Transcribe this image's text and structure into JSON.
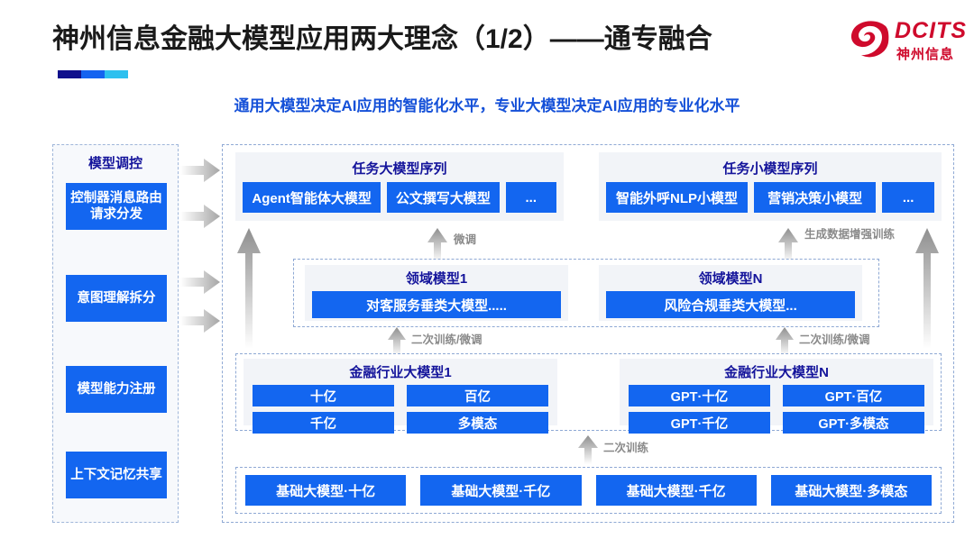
{
  "header": {
    "title": "神州信息金融大模型应用两大理念（1/2）——通专融合",
    "subtitle": "通用大模型决定AI应用的智能化水平，专业大模型决定AI应用的专业化水平",
    "logo_text": "DCITS",
    "logo_cn": "神州信息",
    "accent_colors": [
      "#10108c",
      "#1463f0",
      "#2dc0ef"
    ],
    "brand_red": "#cf0a2c",
    "title_color": "#1a1a1a",
    "subtitle_color": "#1450d8"
  },
  "sidebar": {
    "title": "模型调控",
    "items": [
      {
        "label": "控制器消息路由请求分发"
      },
      {
        "label": "意图理解拆分"
      },
      {
        "label": "模型能力注册"
      },
      {
        "label": "上下文记忆共享"
      }
    ]
  },
  "task_large": {
    "title": "任务大模型序列",
    "chips": [
      "Agent智能体大模型",
      "公文撰写大模型",
      "..."
    ]
  },
  "task_small": {
    "title": "任务小模型序列",
    "chips": [
      "智能外呼NLP小模型",
      "营销决策小模型",
      "..."
    ]
  },
  "domain_left": {
    "title": "领域模型1",
    "chips": [
      "对客服务垂类大模型....."
    ]
  },
  "domain_right": {
    "title": "领域模型N",
    "chips": [
      "风险合规垂类大模型..."
    ]
  },
  "industry_left": {
    "title": "金融行业大模型1",
    "chips": [
      "十亿",
      "百亿",
      "千亿",
      "多模态"
    ]
  },
  "industry_right": {
    "title": "金融行业大模型N",
    "chips": [
      "GPT·十亿",
      "GPT·百亿",
      "GPT·千亿",
      "GPT·多模态"
    ]
  },
  "foundation": {
    "chips": [
      "基础大模型·十亿",
      "基础大模型·千亿",
      "基础大模型·千亿",
      "基础大模型·多模态"
    ]
  },
  "arrow_labels": {
    "finetune": "微调",
    "gen_data_aug": "生成数据增强训练",
    "retrain_finetune": "二次训练/微调",
    "retrain": "二次训练"
  },
  "colors": {
    "chip_blue": "#1366f0",
    "panel_grey": "#f2f4f8",
    "dashed_border": "#8fa9d4",
    "heading_navy": "#14149b",
    "arrow_grey": "#9a9a9a"
  }
}
